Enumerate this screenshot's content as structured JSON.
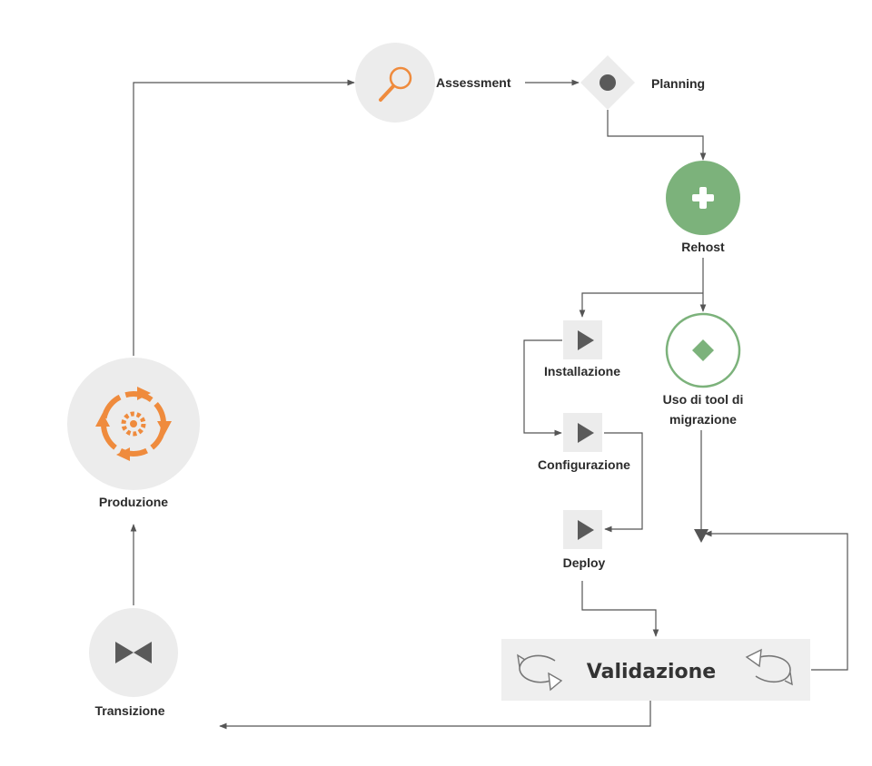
{
  "nodes": {
    "assessment": {
      "label": "Assessment",
      "icon": "magnifier-icon"
    },
    "planning": {
      "label": "Planning",
      "icon": "dot-icon"
    },
    "rehost": {
      "label": "Rehost",
      "icon": "plus-icon"
    },
    "installazione": {
      "label": "Installazione",
      "icon": "play-icon"
    },
    "uso_tool": {
      "line1": "Uso di tool di",
      "line2": "migrazione",
      "icon": "diamond-icon"
    },
    "configurazione": {
      "label": "Configurazione",
      "icon": "play-icon"
    },
    "deploy": {
      "label": "Deploy",
      "icon": "play-icon"
    },
    "validazione": {
      "label": "Validazione",
      "icon": "cycle-arrows-icon"
    },
    "produzione": {
      "label": "Produzione",
      "icon": "gear-cycle-icon"
    },
    "transizione": {
      "label": "Transizione",
      "icon": "bowtie-icon"
    }
  },
  "colors": {
    "orange": "#ef8b3d",
    "green": "#7cb27b",
    "node_grey": "#ececec",
    "box_grey": "#efefef",
    "icon_grey": "#5a5a5a",
    "connector": "#555555"
  }
}
